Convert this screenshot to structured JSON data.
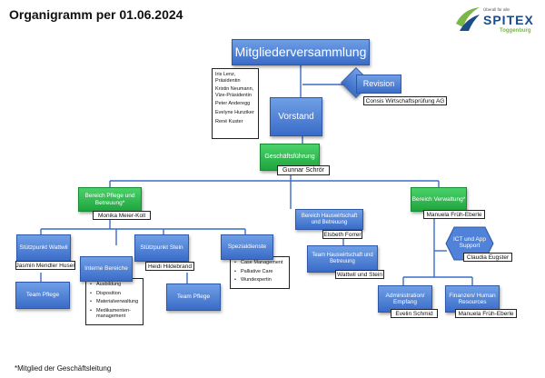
{
  "title": "Organigramm per 01.06.2024",
  "footnote": "*Mitglied der Geschäftsleitung",
  "logo": {
    "tagline": "Überall für alle",
    "brand": "SPITEX",
    "region": "Toggenburg"
  },
  "nodes": {
    "mv": "Mitgliederversammlung",
    "revision": "Revision",
    "revision_name": "Consis Wirtschaftsprüfung AG",
    "vorstand": "Vorstand",
    "vorstand_members": [
      "Iris Lenz, Präsidentin",
      "Kristin Neumann, Vize-Präsidentin",
      "Peter Anderegg",
      "Evelyne Hunziker",
      "René Kuster"
    ],
    "gf": "Geschäftsführung",
    "gf_name": "Gunnar Schrör",
    "pflege": "Bereich Pflege und Betreuung*",
    "pflege_name": "Monika Meier-Koll",
    "hw": "Bereich Hauswirtschaft und Betreuung",
    "hw_name": "Elsbeth Forrer",
    "verw": "Bereich Verwaltung*",
    "verw_name": "Manuela Früh-Eberle",
    "sp_wattwil": "Stützpunkt Wattwil",
    "sp_wattwil_name": "Jasmin Mendler Huser",
    "team_pflege_1": "Team Pflege",
    "interne": "Interne Bereiche",
    "interne_items": [
      "Ausbildung",
      "Disposition",
      "Materialverwaltung",
      "Medikamenten-management"
    ],
    "sp_stein": "Stützpunkt Stein",
    "sp_stein_name": "Heidi Hildebrand",
    "team_pflege_2": "Team Pflege",
    "spezial": "Spezialdienste",
    "spezial_items": [
      "Case Management",
      "Palliative Care",
      "Wundexpertin"
    ],
    "team_hw": "Team Hauswirtschaft und Betreuung",
    "team_hw_name": "Wattwil und Stein",
    "ict": "ICT und App Support",
    "ict_name": "Claudia Eugster",
    "admin": "Administration/ Empfang",
    "admin_name": "Evelin Schmid",
    "fin": "Finanzen/ Human Resources",
    "fin_name": "Manuela Früh-Eberle"
  },
  "colors": {
    "blue": "#3a6cc8",
    "green": "#1fa33e",
    "logo_green": "#7ab648",
    "logo_blue": "#1a4c8a"
  }
}
